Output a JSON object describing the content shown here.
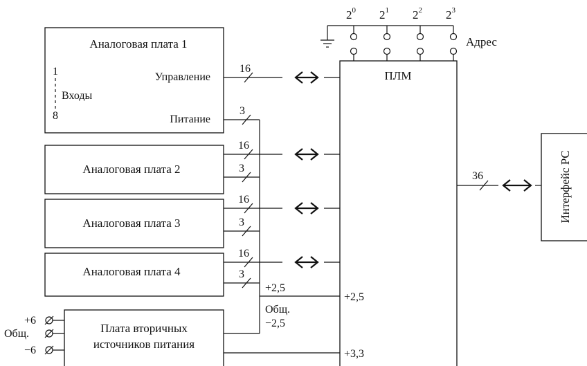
{
  "boards": {
    "board1": {
      "title": "Аналоговая плата 1",
      "inputs_from": "1",
      "inputs_label": "Входы",
      "inputs_to": "8",
      "control": "Управление",
      "power": "Питание"
    },
    "board2": {
      "title": "Аналоговая плата 2"
    },
    "board3": {
      "title": "Аналоговая плата 3"
    },
    "board4": {
      "title": "Аналоговая плата 4"
    }
  },
  "psu": {
    "line1": "Плата вторичных",
    "line2": "источников питания"
  },
  "psu_inputs": {
    "plus6": "+6",
    "common": "Общ.",
    "minus6": "−6"
  },
  "plm": {
    "title": "ПЛМ"
  },
  "pc": {
    "title": "Интерфейс PC"
  },
  "address": {
    "label": "Адрес",
    "bits": [
      "2",
      "2",
      "2",
      "2"
    ],
    "exponents": [
      "0",
      "1",
      "2",
      "3"
    ]
  },
  "buses": {
    "control_width": "16",
    "power_width": "3",
    "pc_width": "36"
  },
  "rails": {
    "plus25_left": "+2,5",
    "common": "Общ.",
    "minus25": "−2,5",
    "plus25_right": "+2,5",
    "plus33": "+3,3"
  }
}
